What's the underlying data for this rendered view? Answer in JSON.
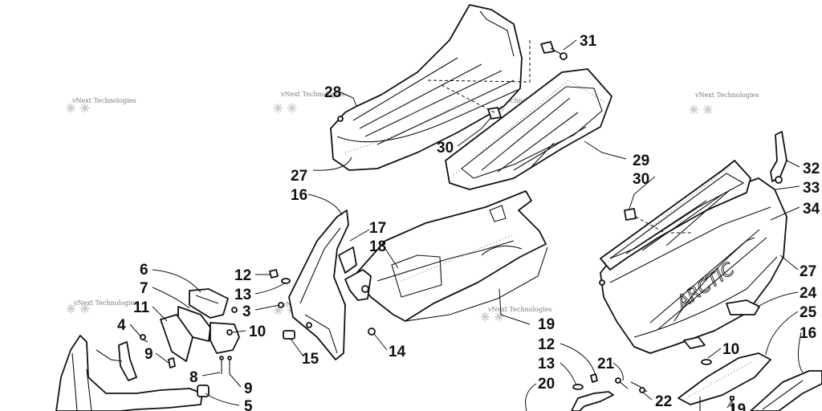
{
  "watermark": "vNext Technologies",
  "callouts": [
    {
      "id": "c31",
      "text": "31"
    },
    {
      "id": "c28",
      "text": "28"
    },
    {
      "id": "c30a",
      "text": "30"
    },
    {
      "id": "c29",
      "text": "29"
    },
    {
      "id": "c30b",
      "text": "30"
    },
    {
      "id": "c32",
      "text": "32"
    },
    {
      "id": "c33",
      "text": "33"
    },
    {
      "id": "c34",
      "text": "34"
    },
    {
      "id": "c27a",
      "text": "27"
    },
    {
      "id": "c27b",
      "text": "27"
    },
    {
      "id": "c16a",
      "text": "16"
    },
    {
      "id": "c17",
      "text": "17"
    },
    {
      "id": "c18",
      "text": "18"
    },
    {
      "id": "c12a",
      "text": "12"
    },
    {
      "id": "c13a",
      "text": "13"
    },
    {
      "id": "c3",
      "text": "3"
    },
    {
      "id": "c6",
      "text": "6"
    },
    {
      "id": "c7",
      "text": "7"
    },
    {
      "id": "c11",
      "text": "11"
    },
    {
      "id": "c4",
      "text": "4"
    },
    {
      "id": "c9a",
      "text": "9"
    },
    {
      "id": "c10a",
      "text": "10"
    },
    {
      "id": "c8",
      "text": "8"
    },
    {
      "id": "c9b",
      "text": "9"
    },
    {
      "id": "c5",
      "text": "5"
    },
    {
      "id": "c15",
      "text": "15"
    },
    {
      "id": "c14",
      "text": "14"
    },
    {
      "id": "c19a",
      "text": "19"
    },
    {
      "id": "c12b",
      "text": "12"
    },
    {
      "id": "c13b",
      "text": "13"
    },
    {
      "id": "c20",
      "text": "20"
    },
    {
      "id": "c21",
      "text": "21"
    },
    {
      "id": "c22",
      "text": "22"
    },
    {
      "id": "c10b",
      "text": "10"
    },
    {
      "id": "c24",
      "text": "24"
    },
    {
      "id": "c25",
      "text": "25"
    },
    {
      "id": "c16b",
      "text": "16"
    },
    {
      "id": "c19b",
      "text": "19"
    }
  ]
}
